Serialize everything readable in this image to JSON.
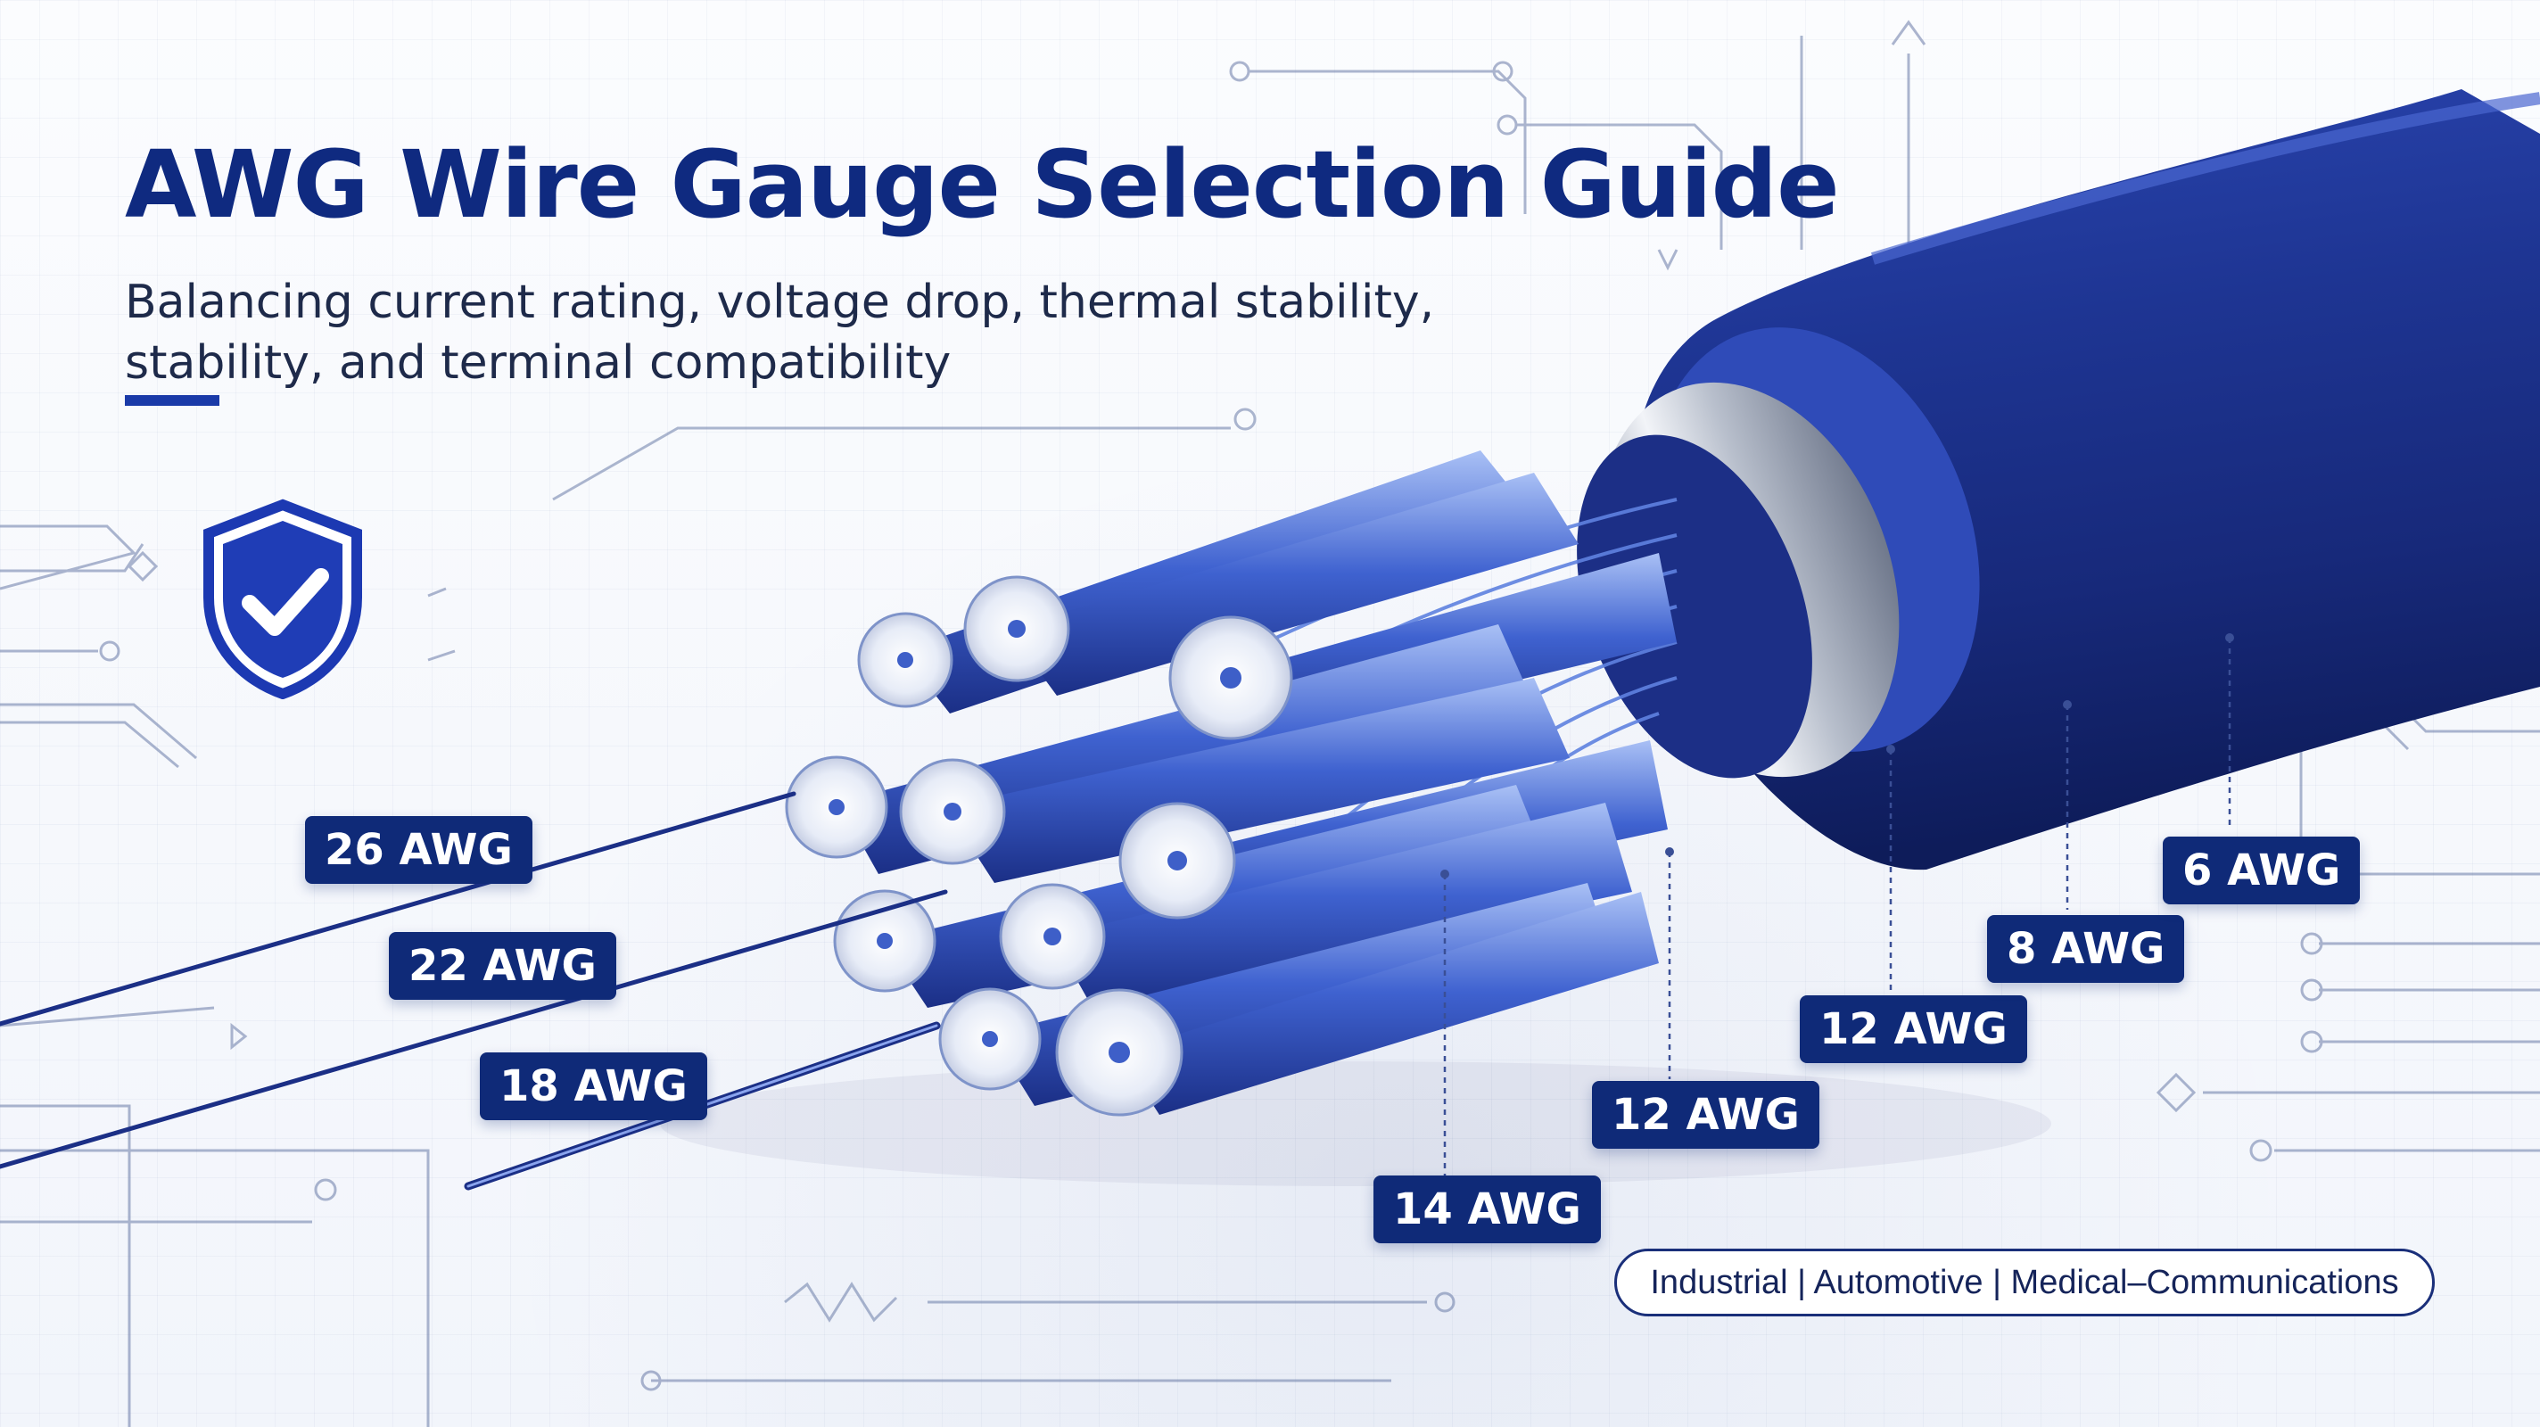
{
  "title": "AWG Wire Gauge Selection Guide",
  "subtitle": "Balancing current rating, voltage drop, thermal stability, stability, and terminal compatibility",
  "gauge_labels": {
    "awg26": "26 AWG",
    "awg22": "22 AWG",
    "awg18": "18 AWG",
    "awg14": "14 AWG",
    "awg12_low": "12 AWG",
    "awg12_high": "12 AWG",
    "awg8": "8 AWG",
    "awg6": "6 AWG"
  },
  "industries": "Industrial | Automotive | Medical–Communications",
  "icons": [
    "shield-check-icon"
  ],
  "colors": {
    "brand_navy": "#0f2a80",
    "cable_blue": "#23399c",
    "label_bg": "#0f2a78",
    "background": "#f6f8fc"
  }
}
